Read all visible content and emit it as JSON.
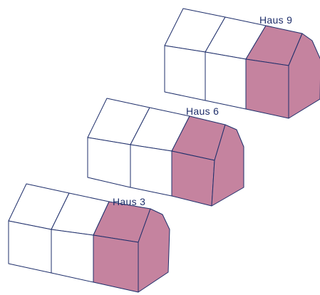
{
  "colors": {
    "outline": "#1f2f6b",
    "highlight": "#c5839f",
    "empty": "#ffffff",
    "label_text": "#1f2f6b"
  },
  "houses": [
    {
      "label": "Haus 9",
      "total_units": 3,
      "highlighted_units": 1
    },
    {
      "label": "Haus 6",
      "total_units": 3,
      "highlighted_units": 1
    },
    {
      "label": "Haus 3",
      "total_units": 3,
      "highlighted_units": 1
    }
  ]
}
